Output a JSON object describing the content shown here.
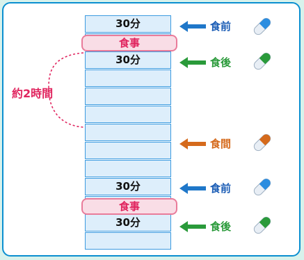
{
  "intervals": {
    "interval_label": "約2時間"
  },
  "rows": {
    "top_before": "30分",
    "top_meal": "食事",
    "top_after": "30分",
    "bottom_before": "30分",
    "bottom_meal": "食事",
    "bottom_after": "30分"
  },
  "timing": {
    "before_1": "食前",
    "after_1": "食後",
    "between": "食間",
    "before_2": "食前",
    "after_2": "食後"
  },
  "colors": {
    "before": "#1a5cb5",
    "after": "#2a9a3a",
    "between": "#d56a1c",
    "meal_text": "#e0245e"
  },
  "icons": {
    "arrow": "left-arrow-icon",
    "capsule": "capsule-icon"
  }
}
